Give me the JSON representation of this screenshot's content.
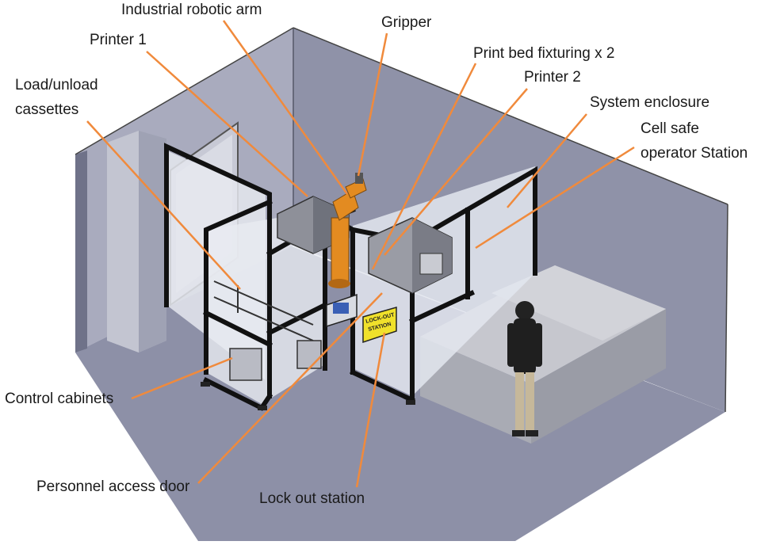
{
  "labels": {
    "industrial_robotic_arm": "Industrial robotic arm",
    "printer_1": "Printer 1",
    "gripper": "Gripper",
    "print_bed_fixturing": "Print bed fixturing x 2",
    "printer_2": "Printer 2",
    "load_unload_line1": "Load/unload",
    "load_unload_line2": "cassettes",
    "system_enclosure": "System enclosure",
    "cell_safe_line1": "Cell safe",
    "cell_safe_line2": "operator Station",
    "control_cabinets": "Control cabinets",
    "personnel_access_door": "Personnel access door",
    "lock_out_station": "Lock out station"
  },
  "sign": {
    "line1": "LOCK-OUT",
    "line2": "STATION"
  },
  "colors": {
    "leader_line": "#f08a3c",
    "room_floor": "#8c8fa6",
    "room_wall_back": "#a4a7ba",
    "room_wall_right": "#7f8399",
    "frame": "#111111",
    "glass": "#e4e7ee",
    "table": "#c9cad0",
    "robot": "#e58a1d",
    "sign": "#f0e12b"
  }
}
